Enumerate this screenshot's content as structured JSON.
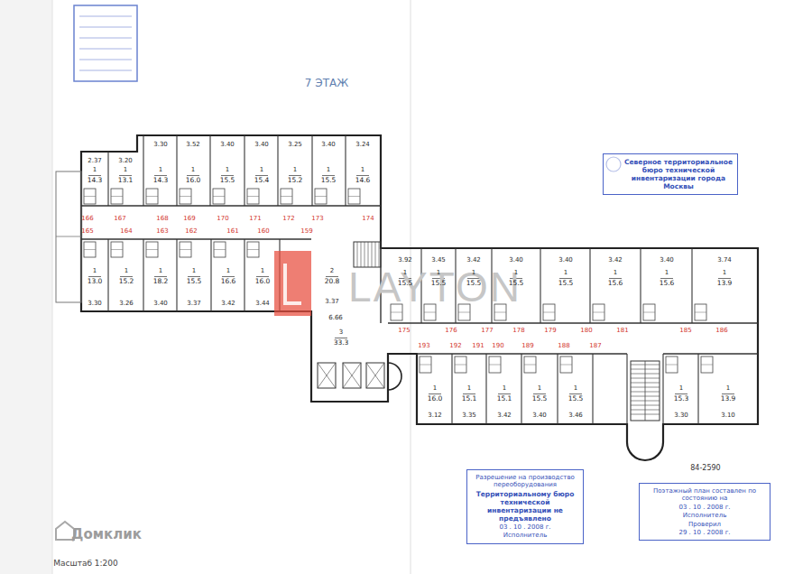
{
  "diagram": {
    "title": "7 ЭТАЖ",
    "nodes": [
      {
        "text": [
          "Северное территориальное бюро технической инвентаризации города Москвы"
        ]
      },
      {
        "text": [
          "Разрешение на производство переоборудования",
          "Территориальному бюро технической инвентаризации не предъявлено",
          "03 . 10 . 2008 г.",
          "Исполнитель"
        ]
      },
      {
        "text": [
          "Поэтажный план составлен по состоянию на",
          "03 . 10 . 2008 г.",
          "Исполнитель",
          "Проверил",
          "29 . 10 . 2008 г."
        ]
      }
    ],
    "labels": [
      "2.37",
      "3.20",
      "3.30",
      "3.52",
      "3.40",
      "3.40",
      "3.25",
      "3.40",
      "3.24",
      "1",
      "14.3",
      "1",
      "13.1",
      "1",
      "14.3",
      "1",
      "16.0",
      "1",
      "15.5",
      "1",
      "15.4",
      "1",
      "15.2",
      "1",
      "15.5",
      "1",
      "14.6",
      "166",
      "167",
      "168",
      "169",
      "170",
      "171",
      "172",
      "173",
      "174",
      "165",
      "164",
      "163",
      "162",
      "161",
      "160",
      "159",
      "1",
      "13.0",
      "1",
      "15.2",
      "1",
      "18.2",
      "1",
      "15.5",
      "1",
      "16.6",
      "1",
      "16.0",
      "3.30",
      "3.26",
      "3.40",
      "3.37",
      "3.42",
      "3.44",
      "2",
      "20.8",
      "3.37",
      "6.66",
      "3",
      "33.3",
      "3.92",
      "3.45",
      "3.42",
      "3.40",
      "3.40",
      "3.42",
      "3.40",
      "3.74",
      "1",
      "15.5",
      "1",
      "15.5",
      "1",
      "15.5",
      "1",
      "15.5",
      "1",
      "15.5",
      "1",
      "15.6",
      "1",
      "15.6",
      "1",
      "13.9",
      "175",
      "176",
      "177",
      "178",
      "179",
      "180",
      "181",
      "185",
      "186",
      "193",
      "192",
      "191",
      "190",
      "189",
      "188",
      "187",
      "1",
      "16.0",
      "1",
      "15.1",
      "1",
      "15.1",
      "1",
      "15.5",
      "1",
      "15.5",
      "1",
      "15.3",
      "1",
      "13.9",
      "3.12",
      "3.35",
      "3.42",
      "3.40",
      "3.46",
      "3.30",
      "3.10",
      "84-2590",
      "Масштаб 1:200",
      "Домклик",
      "LAYTON"
    ]
  }
}
